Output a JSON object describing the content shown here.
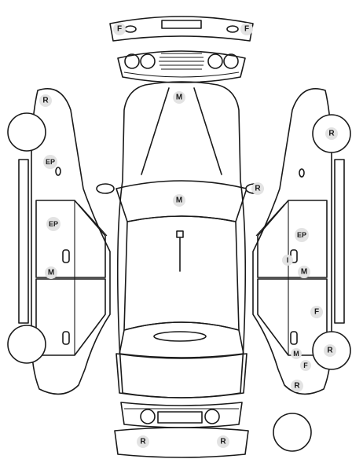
{
  "colors": {
    "outline": "#1a1a1a",
    "marker_fill": "#e3e3e3",
    "marker_text": "#1a1a1a",
    "background": "#ffffff"
  },
  "markers": [
    {
      "code": "F"
    },
    {
      "code": "F"
    },
    {
      "code": "M"
    },
    {
      "code": "M"
    },
    {
      "code": "R"
    },
    {
      "code": "R"
    },
    {
      "code": "EP"
    },
    {
      "code": "EP"
    },
    {
      "code": "M"
    },
    {
      "code": "R"
    },
    {
      "code": "EP"
    },
    {
      "code": "I"
    },
    {
      "code": "M"
    },
    {
      "code": "F"
    },
    {
      "code": "M"
    },
    {
      "code": "R"
    },
    {
      "code": "F"
    },
    {
      "code": "R"
    },
    {
      "code": "R"
    },
    {
      "code": "R"
    }
  ]
}
